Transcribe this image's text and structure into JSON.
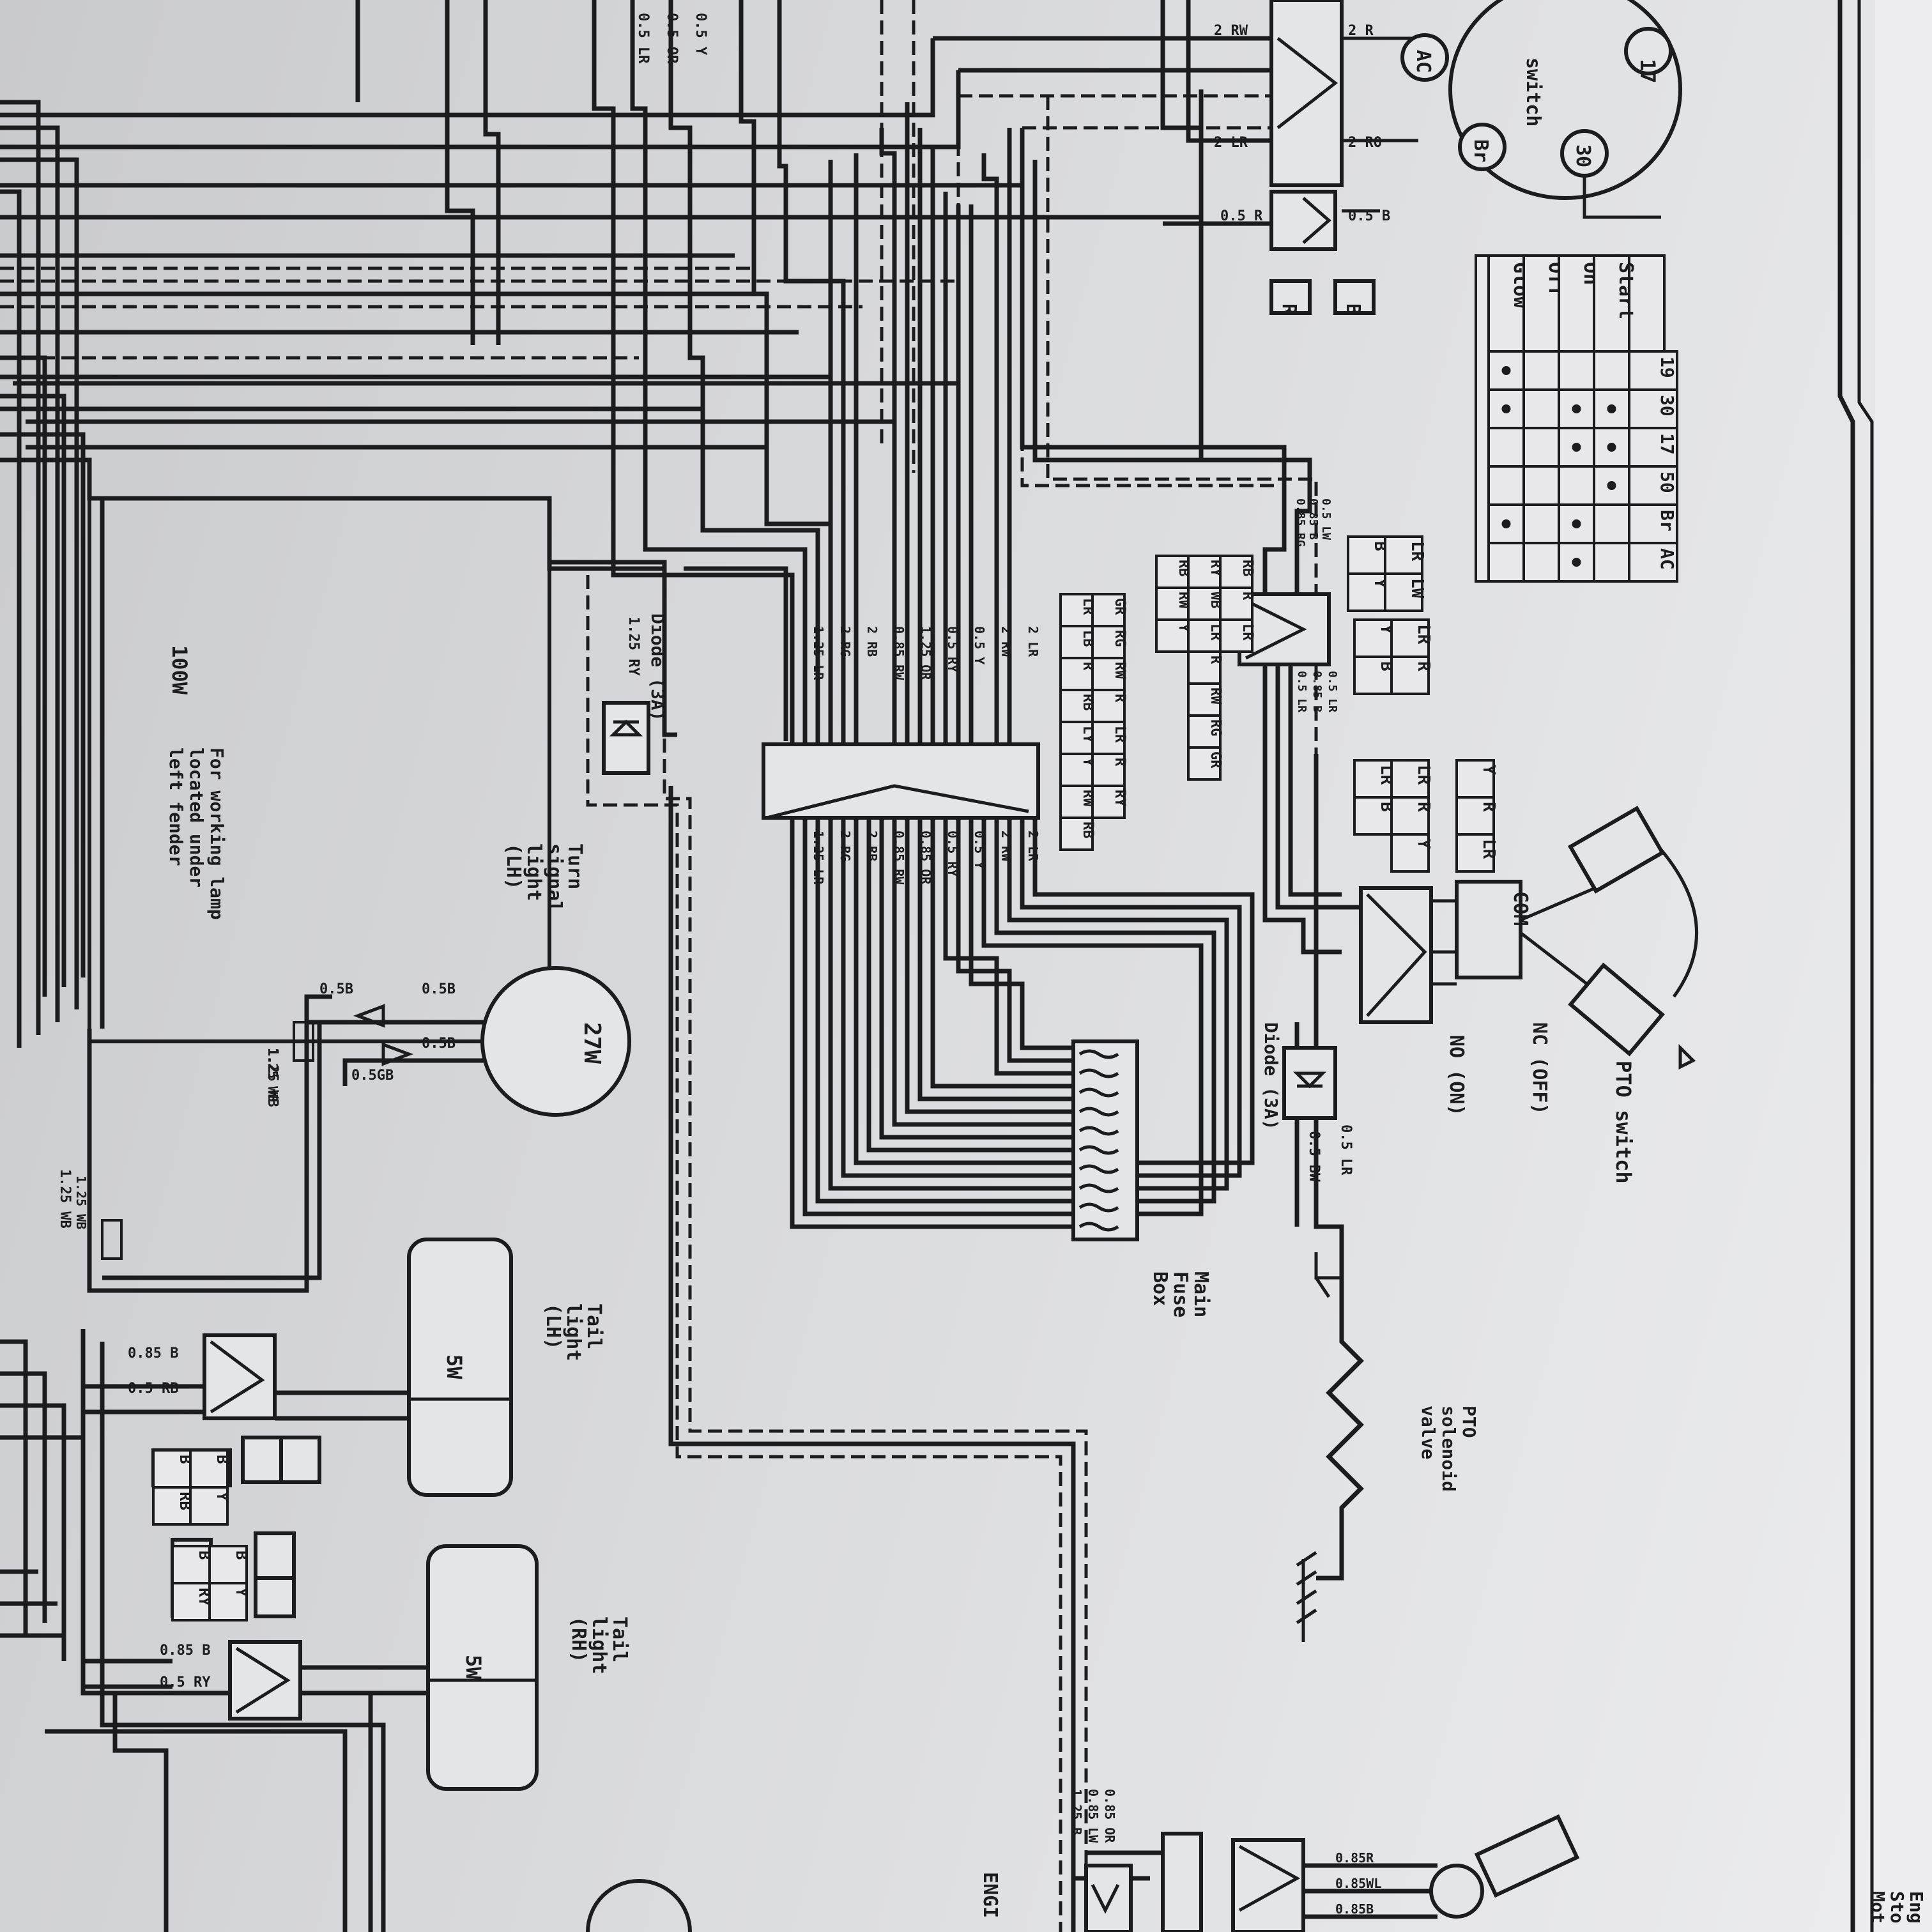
{
  "components": {
    "turn_signal_lh": {
      "label_lines": [
        "Turn",
        "signal",
        "light",
        "(LH)"
      ],
      "rating": "27W",
      "bulb_wire_top": "0.5B",
      "bulb_wire_bottom": "0.5B",
      "lead_top": "0.5B",
      "lead_bottom": "0.5GB",
      "feed": "1.25 WB"
    },
    "working_lamp": {
      "rating": "100W",
      "note_lines": [
        "For working lamp",
        "located under",
        "left fender"
      ],
      "feed": "1.25 WB"
    },
    "tail_light_lh": {
      "label_lines": [
        "Tail",
        "light",
        "(LH)"
      ],
      "rating": "5W",
      "wire_a": "0.85 B",
      "wire_b": "0.5 RB"
    },
    "tail_light_rh": {
      "label_lines": [
        "Tail",
        "light",
        "(RH)"
      ],
      "rating": "5W",
      "wire_a": "0.85 B",
      "wire_b": "0.5 RY"
    },
    "diode_left": {
      "label": "Diode (3A)",
      "wire": "1.25 RY"
    },
    "diode_right": {
      "label": "Diode (3A)",
      "wire": "0.5 BW"
    },
    "main_fuse_box": {
      "label_lines": [
        "Main",
        "Fuse",
        "Box"
      ]
    },
    "pto_switch": {
      "label": "PTO switch",
      "com": "COM",
      "nc": "NC (OFF)",
      "no": "NO (ON)"
    },
    "pto_solenoid": {
      "label_lines": [
        "PTO",
        "solenoid",
        "valve"
      ],
      "wire": "0.5 LR"
    },
    "key_switch": {
      "label": "switch",
      "terminals": [
        "17",
        "30",
        "AC",
        "Br"
      ],
      "wires": [
        "2 RW",
        "2 R",
        "2 LR",
        "2 RO",
        "0.5 R",
        "0.5 B"
      ]
    },
    "engine_stop": {
      "label_lines": [
        "Eng",
        "Sto",
        "Mot"
      ],
      "wires": [
        "0.85R",
        "0.85WL",
        "0.85B"
      ]
    },
    "engine_partial": "ENGI"
  },
  "switch_table": {
    "columns": [
      "19",
      "30",
      "17",
      "50",
      "Br",
      "AC"
    ],
    "rows": [
      "Glow",
      "Off",
      "On",
      "Start"
    ]
  },
  "connectors": {
    "small_b": "B",
    "small_r": "R",
    "pto_conn_a": [
      [
        "B",
        "Y"
      ],
      [
        "LR",
        "LW"
      ]
    ],
    "pto_conn_b": [
      [
        "Y",
        "B"
      ],
      [
        "LR",
        "R"
      ]
    ],
    "pto_conn_c": [
      [
        "LR",
        "B"
      ],
      [
        "LR",
        "R",
        "Y"
      ]
    ],
    "pto_conn_d": [
      [
        "Y",
        "R",
        "LR"
      ]
    ],
    "main_conn_top": [
      [
        "RB",
        "RW",
        "Y"
      ],
      [
        "RY",
        "WB",
        "LR",
        "R",
        "RW",
        "RG",
        "GR"
      ],
      [
        "RB",
        "R",
        "LR"
      ]
    ],
    "main_conn_bottom": [
      [
        "LR",
        "LB",
        "R",
        "RB",
        "LY",
        "Y",
        "RW",
        "RB"
      ],
      [
        "GR",
        "RG",
        "RW",
        "R",
        "LR",
        "R",
        "RY"
      ]
    ],
    "tail_lh_pair": [
      [
        "B",
        "RB"
      ],
      [
        "B",
        "Y"
      ]
    ],
    "tail_rh_pair": [
      [
        "B",
        "RY"
      ],
      [
        "B",
        "Y"
      ]
    ]
  },
  "wire_labels": {
    "upper_left": [
      "0.5 LR",
      "0.5 OR",
      "0.5 Y"
    ],
    "bundle_top": [
      "0.5 LW",
      "0.85 B",
      "0.85 RG"
    ],
    "bundle_mid": [
      "2 LR",
      "2 RW",
      "0.5 Y",
      "0.5 RY",
      "1.25 OR",
      "0.85 RW",
      "2 RB",
      "2 RG",
      "1.25 LR"
    ],
    "bundle_bottom": [
      "2 LR",
      "2 RW",
      "0.5 Y",
      "0.5 RY",
      "0.85 OR",
      "0.85 RW",
      "2 RB",
      "2 RG",
      "1.25 LR"
    ],
    "right_vertical": [
      "0.5 LR",
      "0.85 B",
      "0.5 LR"
    ],
    "bottom_mid": [
      "0.85 OR",
      "0.85 LW",
      "1.25 B"
    ],
    "left_low": [
      "1.25 WB",
      "1.25 WB"
    ]
  }
}
